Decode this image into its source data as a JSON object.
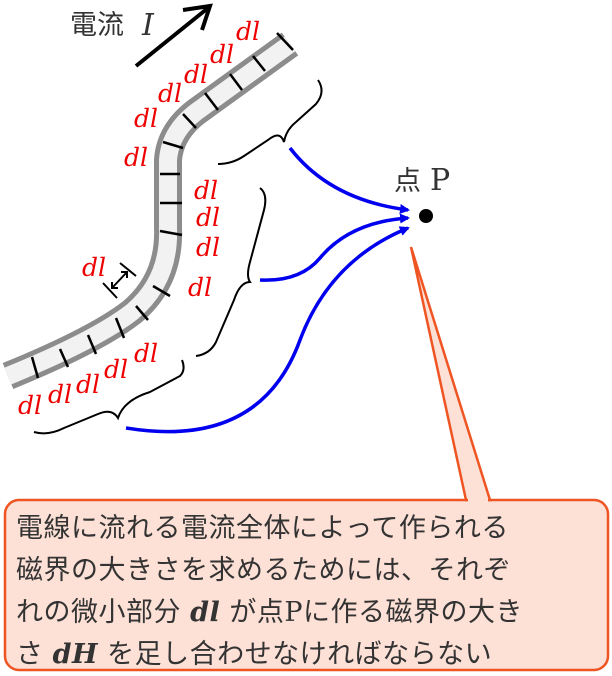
{
  "diagram": {
    "current_label": "電流",
    "current_symbol": "I",
    "point_label": "点",
    "point_symbol": "P",
    "element_label": "dl",
    "element_labels_count": 15,
    "colors": {
      "wire_outline": "#8c8c8c",
      "wire_fill": "#f2f2f2",
      "element_label": "#ee0000",
      "field_arrows": "#0000ee",
      "callout_border": "#ee5522",
      "callout_fill": "#fde0d6",
      "text": "#333333"
    }
  },
  "callout": {
    "line1": "電線に流れる電流全体によって作られる",
    "line2": "磁界の大きさを求めるためには、それぞ",
    "line3_a": "れの微小部分",
    "line3_sym": "dl",
    "line3_b": "が点",
    "line3_p": "P",
    "line3_c": "に作る磁界の大き",
    "line4_a": "さ",
    "line4_sym": "dH",
    "line4_b": "を足し合わせなければならない"
  }
}
